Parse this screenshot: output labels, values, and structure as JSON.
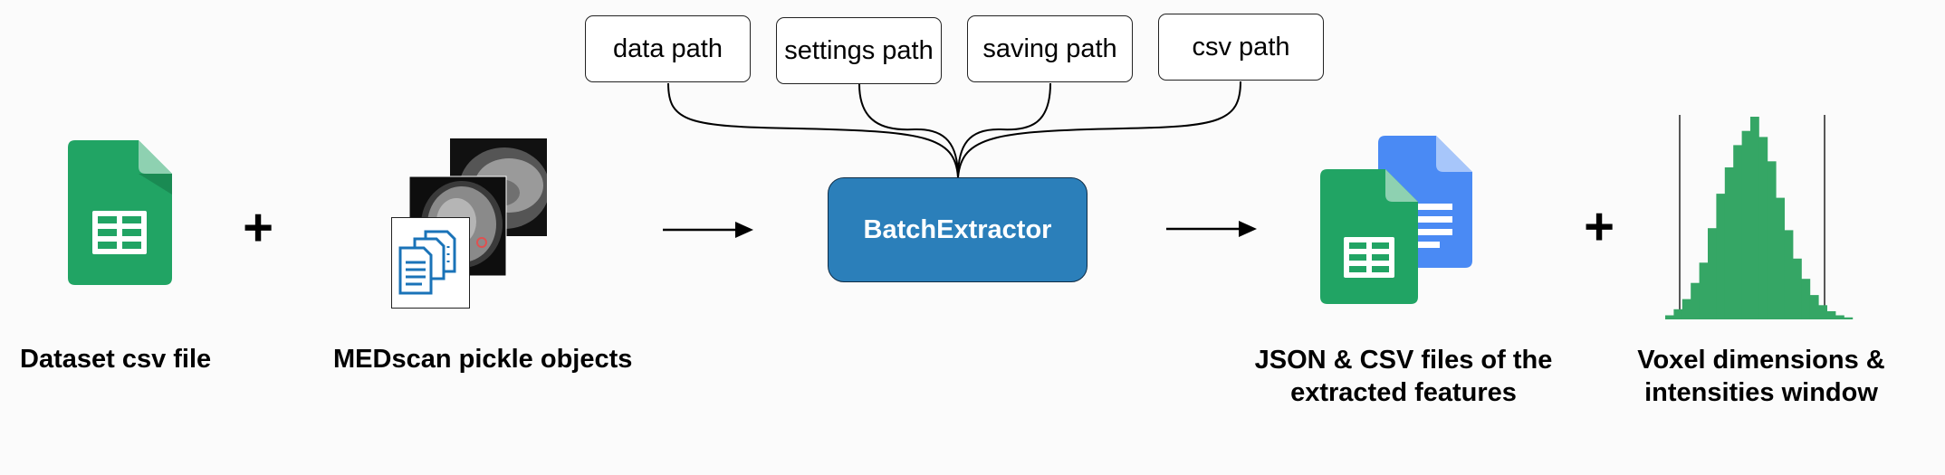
{
  "params": [
    {
      "id": "data-path-box",
      "label": "data path"
    },
    {
      "id": "settings-path-box",
      "label": "settings path"
    },
    {
      "id": "saving-path-box",
      "label": "saving path"
    },
    {
      "id": "csv-path-box",
      "label": "csv path"
    }
  ],
  "extractor": {
    "label": "BatchExtractor"
  },
  "captions": {
    "dataset": "Dataset csv file",
    "medscan": "MEDscan pickle objects",
    "outputs_line1": "JSON & CSV files of the",
    "outputs_line2": "extracted features",
    "voxel_line1": "Voxel dimensions &",
    "voxel_line2": "intensities window"
  },
  "operators": {
    "plus": "+"
  },
  "icons": [
    "spreadsheet-icon",
    "pickle-documents-icon",
    "mri-slice-image",
    "docs-icon",
    "histogram-icon"
  ],
  "colors": {
    "sheets_green": "#21a464",
    "docs_blue": "#4a8af4",
    "extractor_blue": "#2b7fba",
    "histogram_green": "#35a665"
  },
  "histogram": {
    "type": "histogram",
    "relative_counts": [
      0.02,
      0.05,
      0.1,
      0.18,
      0.28,
      0.45,
      0.62,
      0.75,
      0.86,
      0.93,
      1.0,
      0.9,
      0.78,
      0.6,
      0.44,
      0.3,
      0.2,
      0.12,
      0.07,
      0.04,
      0.02,
      0.01
    ]
  }
}
